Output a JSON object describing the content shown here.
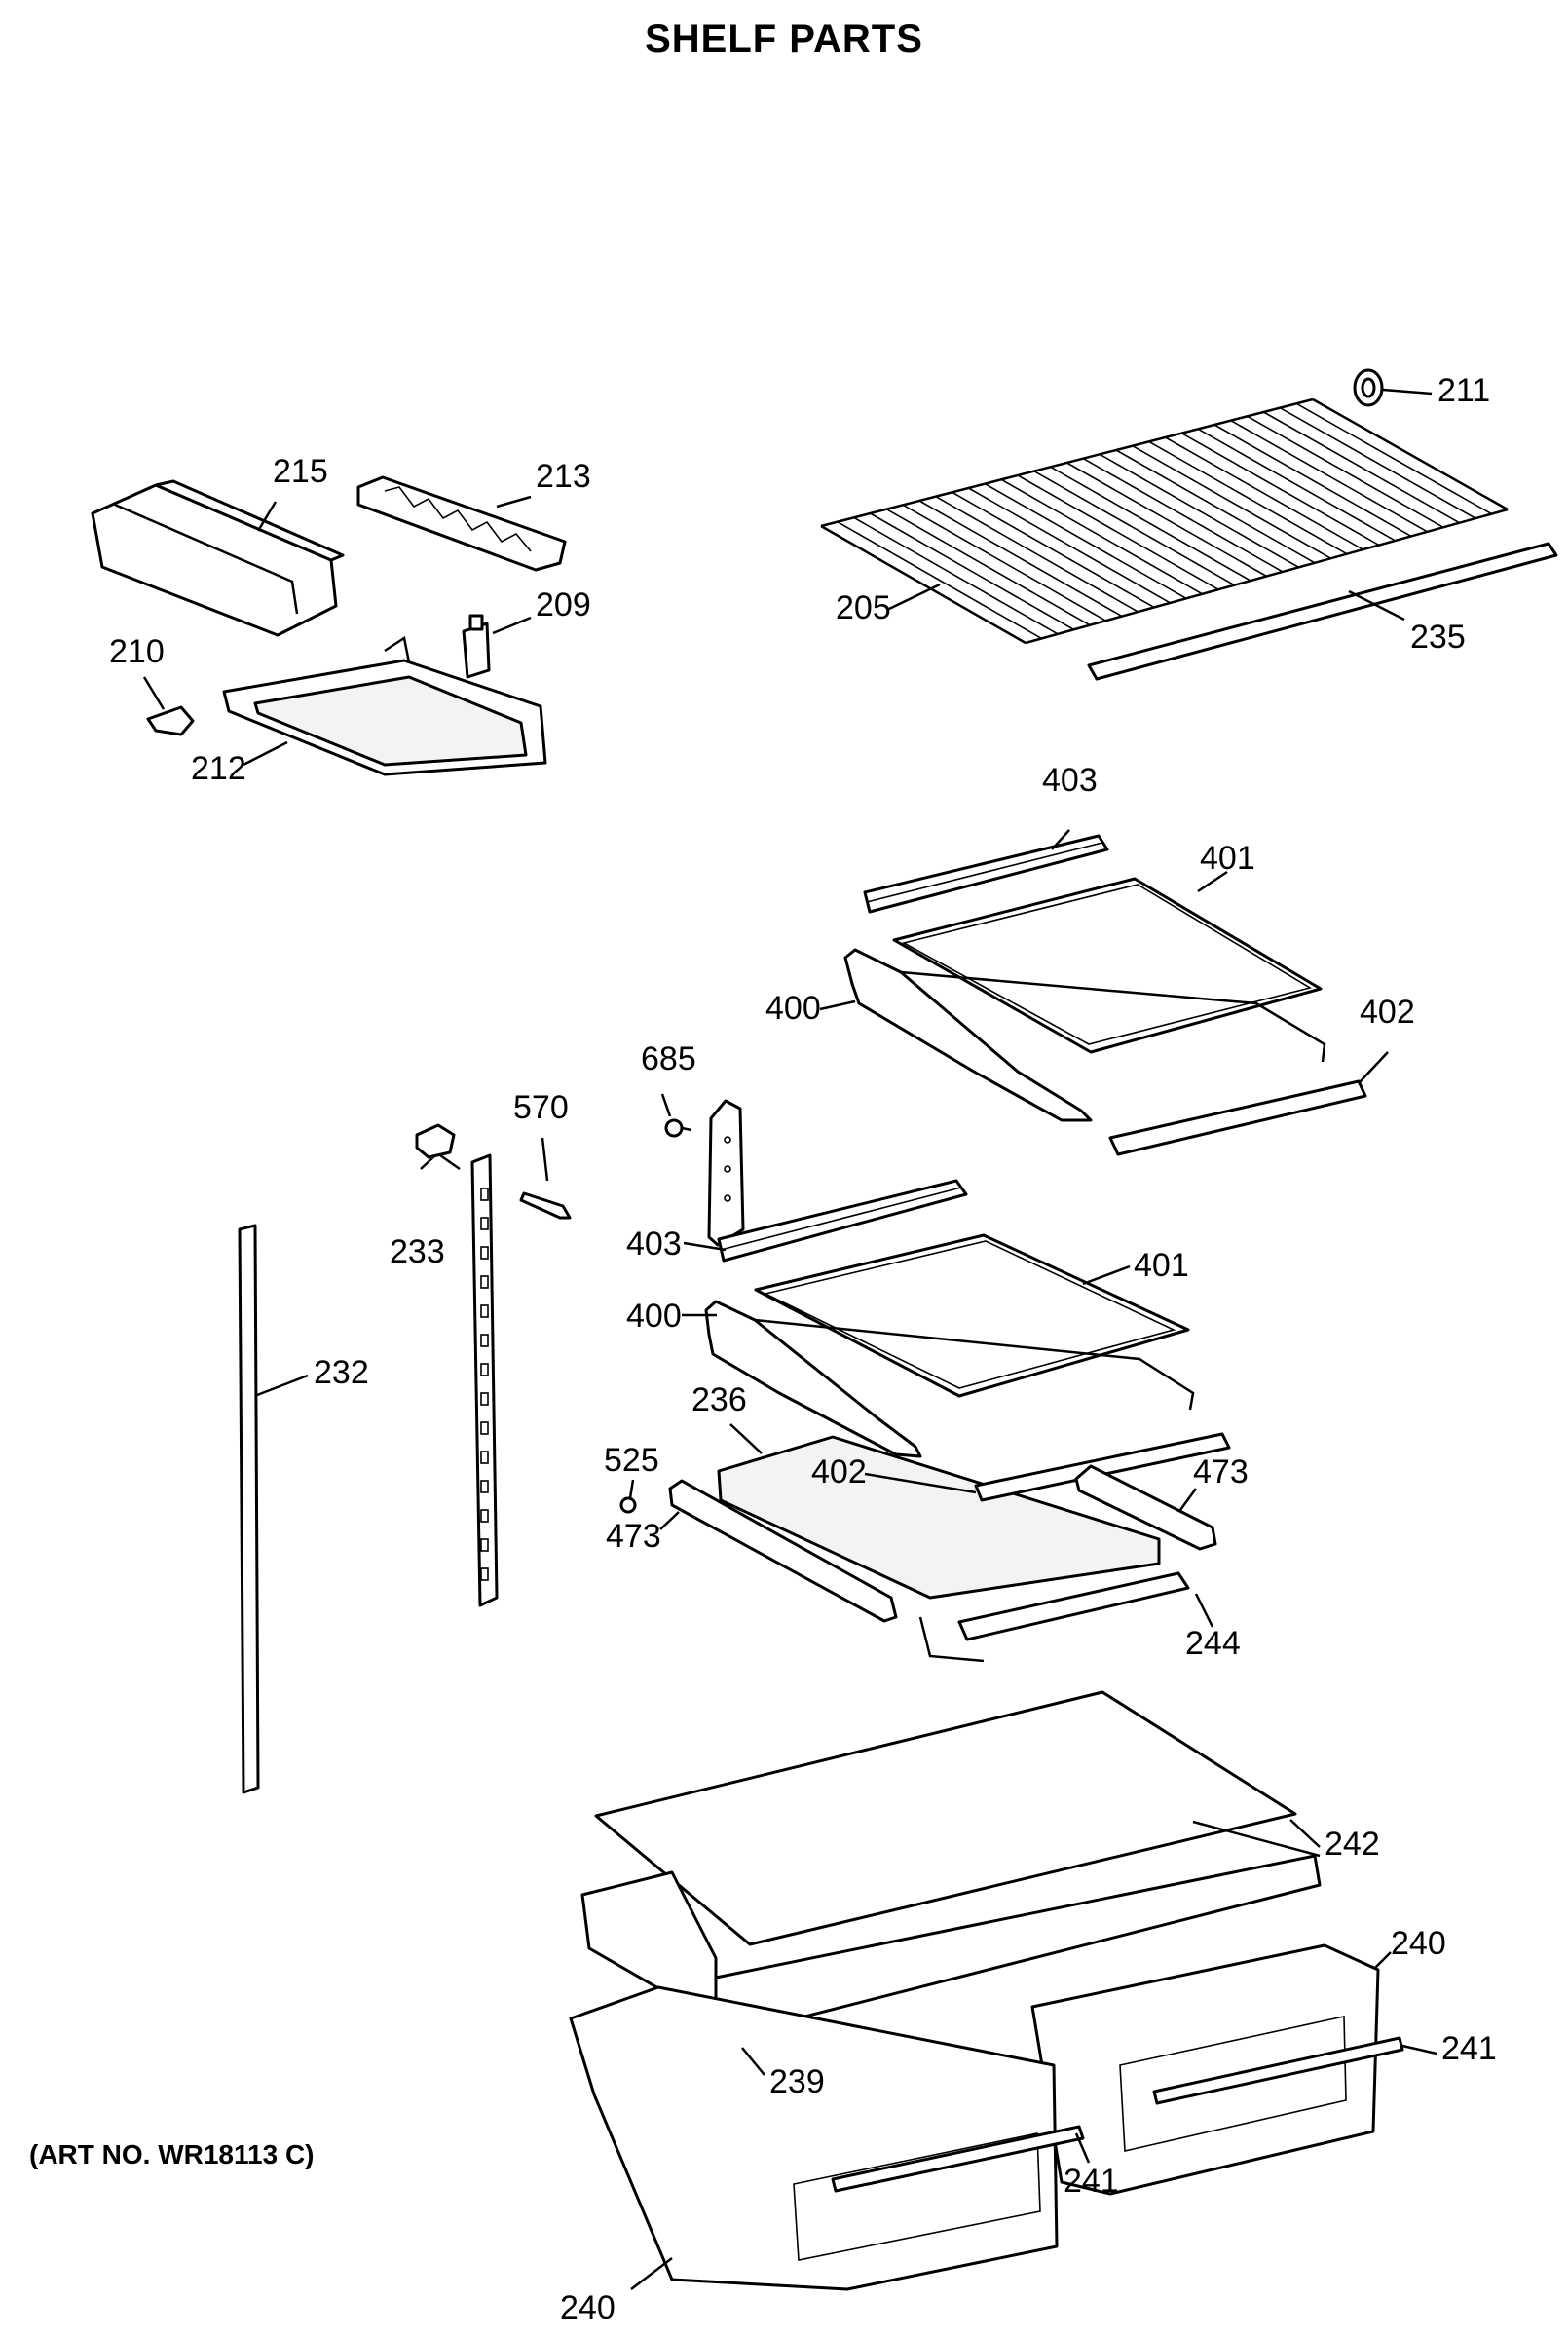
{
  "title": "SHELF PARTS",
  "art_number": "(ART NO. WR18113 C)",
  "part_labels": {
    "p211": "211",
    "p215": "215",
    "p213": "213",
    "p209": "209",
    "p210": "210",
    "p212": "212",
    "p205": "205",
    "p235": "235",
    "p403a": "403",
    "p401a": "401",
    "p400a": "400",
    "p402a": "402",
    "p685": "685",
    "p570": "570",
    "p233": "233",
    "p232": "232",
    "p403b": "403",
    "p401b": "401",
    "p400b": "400",
    "p236": "236",
    "p525": "525",
    "p402b": "402",
    "p473a": "473",
    "p473b": "473",
    "p244": "244",
    "p242": "242",
    "p240a": "240",
    "p241a": "241",
    "p239": "239",
    "p241b": "241",
    "p240b": "240"
  }
}
